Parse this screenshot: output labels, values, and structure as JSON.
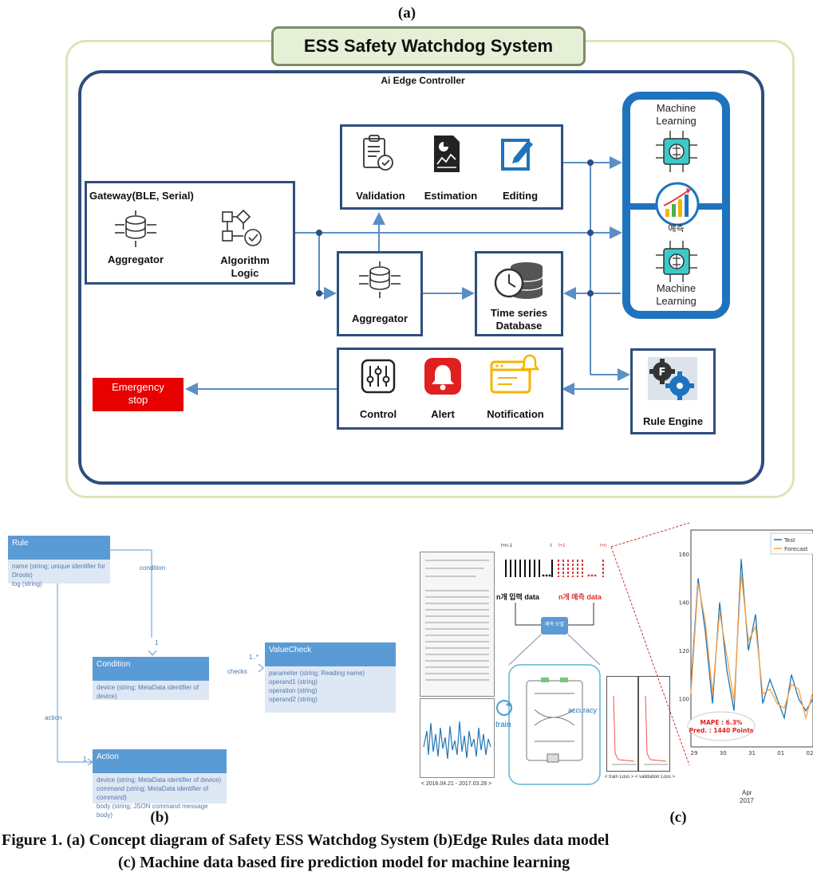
{
  "panels": {
    "a": "(a)",
    "b": "(b)",
    "c": "(c)"
  },
  "system": {
    "title": "ESS Safety Watchdog System",
    "controller": "Ai Edge Controller",
    "gateway": "Gateway(BLE, Serial)",
    "gw_aggregator": "Aggregator",
    "algorithm": "Algorithm",
    "logic": "Logic",
    "validation": "Validation",
    "estimation": "Estimation",
    "editing": "Editing",
    "aggregator2": "Aggregator",
    "tsdb1": "Time series",
    "tsdb2": "Database",
    "ml_top1": "Machine",
    "ml_top2": "Learning",
    "ml_mid": "예측",
    "ml_bot1": "Machine",
    "ml_bot2": "Learning",
    "control": "Control",
    "alert": "Alert",
    "notification": "Notification",
    "rule_engine": "Rule Engine",
    "emergency1": "Emergency",
    "emergency2": "stop"
  },
  "uml": {
    "rule": {
      "title": "Rule",
      "attrs": [
        "name (string; unique identifier for Drools)",
        "log (string)"
      ]
    },
    "condition": {
      "title": "Condition",
      "attrs": [
        "device (string; MetaData identifier of device)"
      ]
    },
    "valuecheck": {
      "title": "ValueCheck",
      "attrs": [
        "parameter (string; Reading name)",
        "operand1 (string)",
        "operation (string)",
        "operand2 (string)"
      ]
    },
    "action": {
      "title": "Action",
      "attrs": [
        "device (string; MetaData identifier of device)",
        "command (string; MetaData identifier of command)",
        "body (string; JSON command message body)"
      ]
    },
    "labels": {
      "condition": "condition",
      "action": "action",
      "checks": "checks",
      "one_a": "1",
      "one_b": "1",
      "many": "1..*"
    }
  },
  "ml_panel": {
    "data_left": "n개 입력 data",
    "data_right": "n개 예측 data",
    "center": "예측 모델",
    "train": "train",
    "accuracy": "accuracy",
    "range": "< 2016.04.21 - 2017.03.28 >",
    "train_loss": "< train Loss >",
    "val_loss": "< validation Loss >",
    "t1": "t+n-1",
    "t2": "t",
    "t3": "t+1",
    "t4": "t+n"
  },
  "forecast_chart": {
    "legend_test": "Test",
    "legend_forecast": "Forecast",
    "mape": "MAPE : 6.3%",
    "pred": "Pred. : 1440 Points",
    "month": "Apr",
    "year": "2017"
  },
  "chart_data": {
    "type": "line",
    "title": "",
    "xlabel": "",
    "ylabel": "",
    "x_ticks": [
      "29",
      "30",
      "31",
      "01",
      "02"
    ],
    "y_ticks": [
      100,
      120,
      140,
      160
    ],
    "ylim": [
      80,
      170
    ],
    "series": [
      {
        "name": "Test",
        "color": "#1f77b4",
        "values": [
          105,
          150,
          128,
          98,
          140,
          112,
          95,
          158,
          120,
          135,
          98,
          108,
          100,
          92,
          110,
          100,
          95,
          100
        ]
      },
      {
        "name": "Forecast",
        "color": "#ff9f40",
        "values": [
          102,
          148,
          132,
          102,
          136,
          118,
          99,
          152,
          124,
          130,
          102,
          104,
          98,
          96,
          106,
          104,
          92,
          103
        ]
      }
    ]
  },
  "caption": {
    "line1": "Figure 1. (a) Concept diagram of Safety ESS Watchdog System (b)Edge Rules data model",
    "line2": "(c) Machine data based fire prediction model for machine learning"
  }
}
